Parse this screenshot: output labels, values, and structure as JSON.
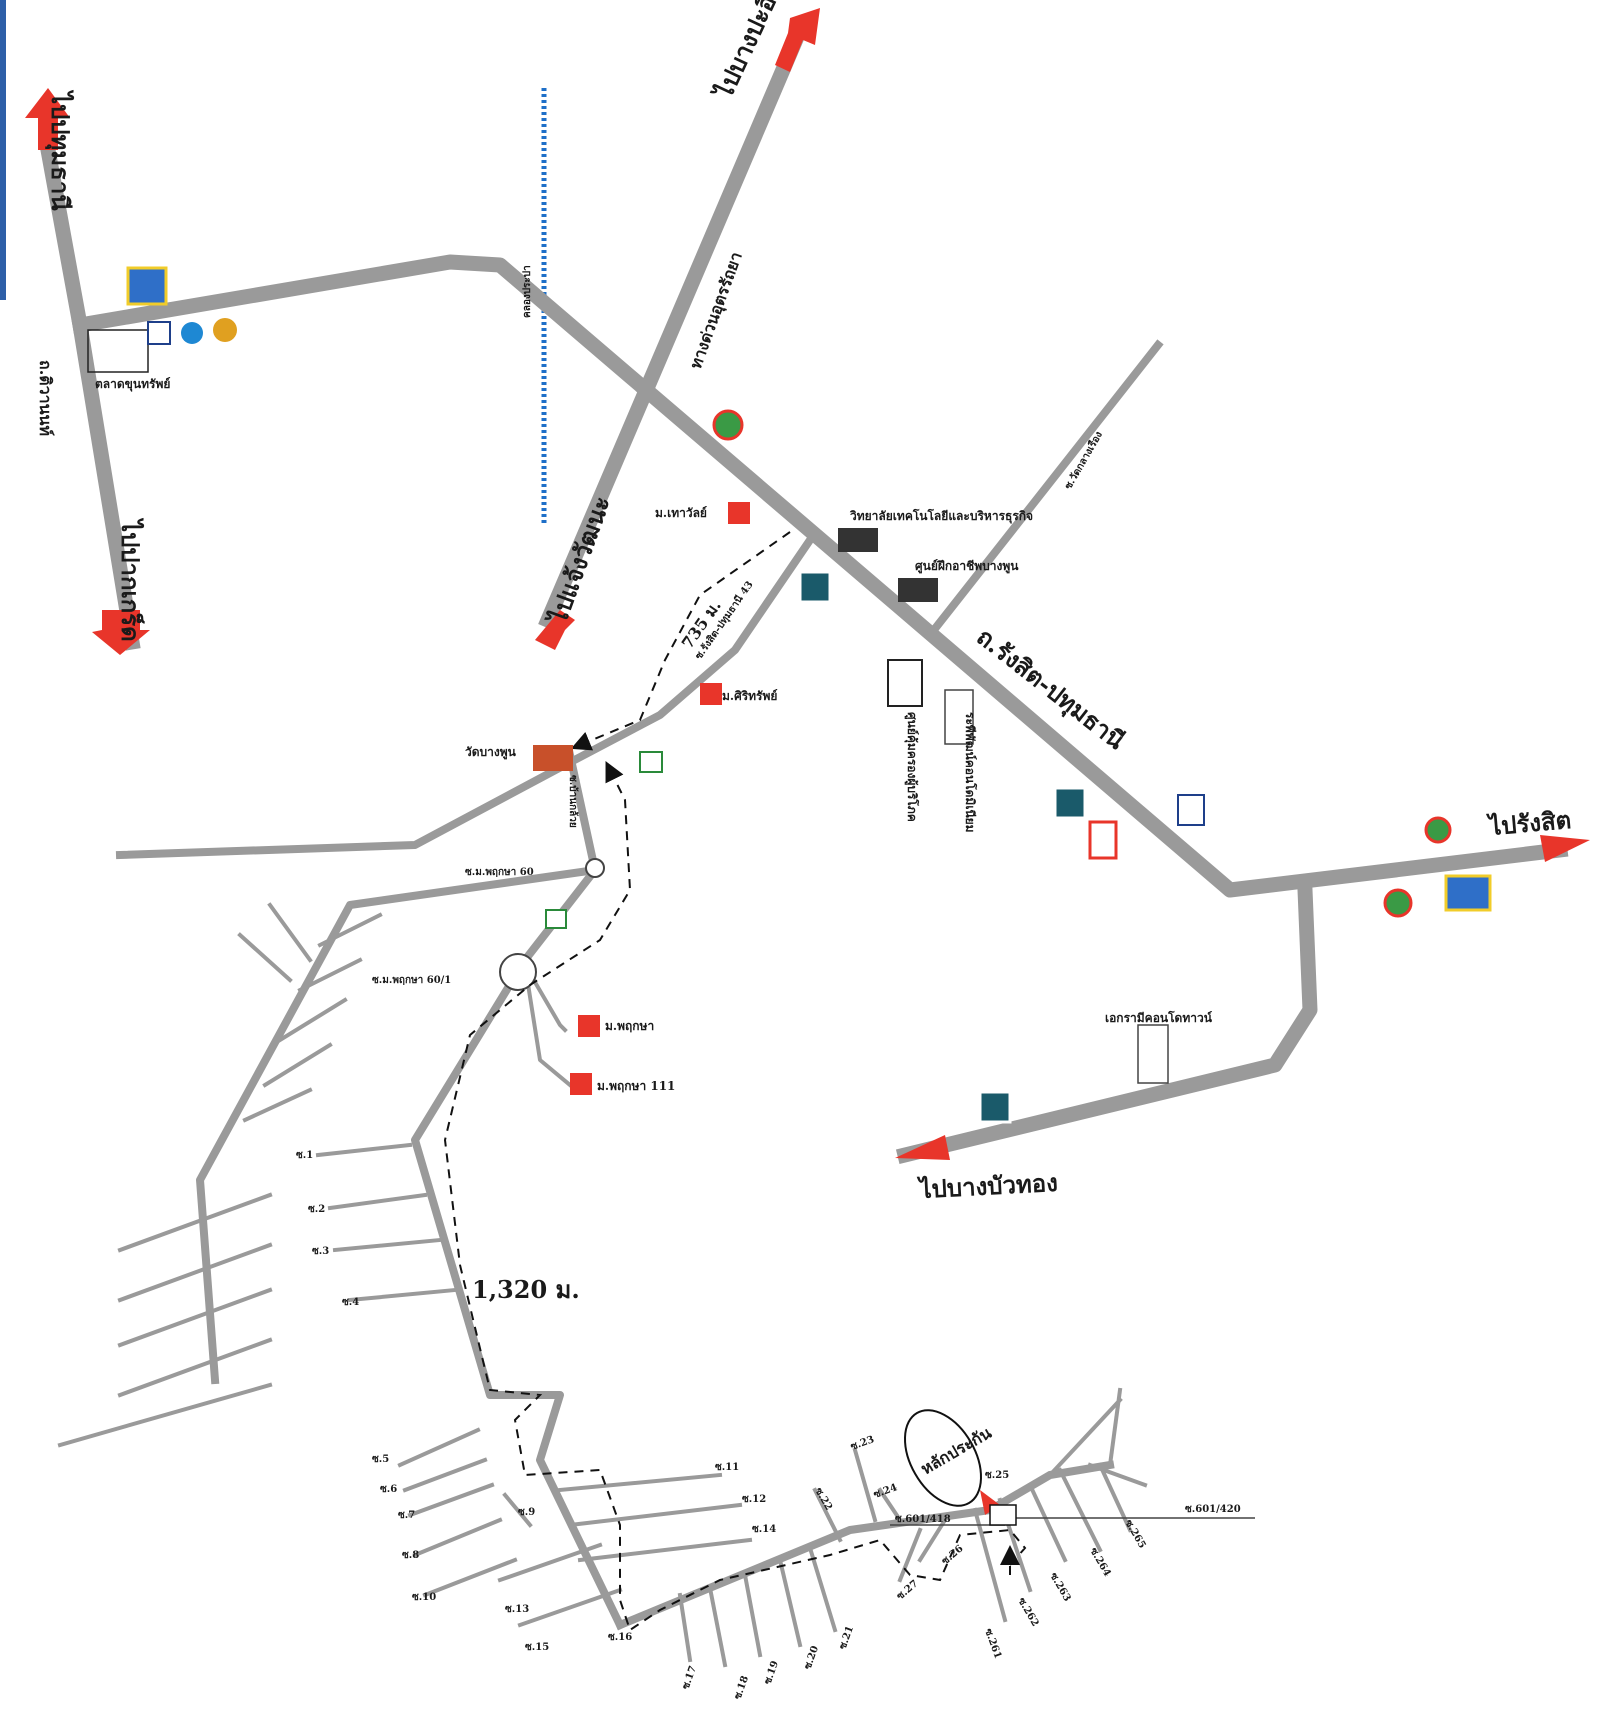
{
  "labels": {
    "to_pathum_thani": "ไปปทุมธานี",
    "to_bang_phun_road": "ถ.ติวานนท์",
    "to_pak_kret": "ไปปากเกร็ด",
    "talad": "ตลาดขุนทรัพย์",
    "khlong": "คลองประปา",
    "to_bang_pa_in": "ไปบางปะอิน",
    "expressway": "ทางด่วนอุตรรัถยา",
    "to_chaeng_watthana": "ไปแจ้งวัฒนะ",
    "moo_suvarnabhumi": "ม.เทาวัลย์",
    "college": "วิทยาลัยเทคโนโลยีและบริหารธุรกิจ",
    "soi_wat_klang": "ซ.วัดกลางเรือง",
    "training_center": "ศูนย์ฝึกอาชีพบางพูน",
    "rangsit_pathum_road": "ถ.รังสิต-ปทุมธานี",
    "soi_rangsit_pathum_43": "ซ.รังสิต-ปทุมธานี 43",
    "distance_735": "735 ม.",
    "moo_siriwat": "ม.ศิริทรัพย์",
    "wat_bang_phun": "วัดบางพูน",
    "consumer_office": "ศูนย์คุ้มครองผู้บริโภค",
    "rangsit_condo": "ระพีพัฒน์คอนโดมิเนียม",
    "to_rangsit": "ไปรังสิต",
    "soi_ban_kluai": "ซ.บ้านกล้วย",
    "soi_pruksa_60": "ซ.ม.พฤกษา 60",
    "soi_pruksa_60_1": "ซ.ม.พฤกษา 60/1",
    "moo_pruksa": "ม.พฤกษา",
    "moo_pruksa_111": "ม.พฤกษา 111",
    "ekrami_condo": "เอกรามีคอนโดทาวน์",
    "to_bang_bua_thong": "ไปบางบัวทอง",
    "distance_1320": "1,320 ม.",
    "destination": "หลักประกัน",
    "addr_418": "ซ.601/418",
    "addr_420": "ซ.601/420",
    "seven_eleven": "7"
  },
  "sois_left": [
    "ซ.1",
    "ซ.2",
    "ซ.3",
    "ซ.4"
  ],
  "sois_lower": [
    "ซ.5",
    "ซ.6",
    "ซ.7",
    "ซ.8",
    "ซ.9",
    "ซ.10",
    "ซ.11",
    "ซ.12",
    "ซ.13",
    "ซ.14",
    "ซ.15",
    "ซ.16",
    "ซ.17",
    "ซ.18",
    "ซ.19",
    "ซ.20",
    "ซ.21",
    "ซ.22",
    "ซ.23",
    "ซ.24",
    "ซ.25",
    "ซ.26",
    "ซ.27",
    "ซ.261",
    "ซ.262",
    "ซ.263",
    "ซ.264",
    "ซ.265"
  ],
  "colors": {
    "road": "#9a9a9a",
    "arrow": "#e8352a",
    "khlong": "#1e6fc8",
    "route": "#111111"
  },
  "icons": [
    "bank-icon",
    "gas-station-icon",
    "seven-eleven-icon",
    "village-icon",
    "temple-icon",
    "building-icon",
    "school-icon",
    "condo-icon",
    "flag-icon",
    "kfc-icon"
  ]
}
